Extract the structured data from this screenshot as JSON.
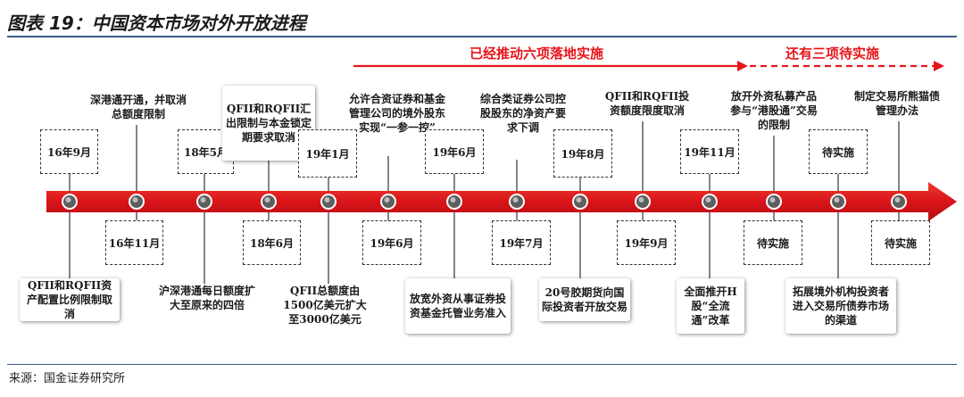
{
  "figure": {
    "title": "图表 19：中国资本市场对外开放进程",
    "source": "来源：国金证券研究所"
  },
  "phases": {
    "done": "已经推动六项落地实施",
    "pending": "还有三项待实施"
  },
  "colors": {
    "arrow": "#d9141a",
    "text_red": "#e8151b",
    "rule": "#3d5c8c"
  },
  "events": [
    {
      "date": "16年9月",
      "text": "QFII和RQFII资产配置比例限制取消"
    },
    {
      "date": "16年11月",
      "text": "深港通开通，并取消总额度限制"
    },
    {
      "date": "18年5月",
      "text": "沪深港通每日额度扩大至原来的四倍"
    },
    {
      "date": "18年6月",
      "text": "QFII和RQFII汇出限制与本金锁定期要求取消"
    },
    {
      "date": "19年1月",
      "text": "QFII总额度由1500亿美元扩大至3000亿美元"
    },
    {
      "date": "19年6月",
      "text": "允许合资证券和基金管理公司的境外股东实现“一参一控”"
    },
    {
      "date": "19年6月",
      "text": "放宽外资从事证券投资基金托管业务准入"
    },
    {
      "date": "19年7月",
      "text": "综合类证券公司控股股东的净资产要求下调"
    },
    {
      "date": "19年8月",
      "text": "20号胶期货向国际投资者开放交易"
    },
    {
      "date": "19年9月",
      "text": "QFII和RQFII投资额度限度取消"
    },
    {
      "date": "19年11月",
      "text": "全面推开H股“全流通”改革"
    },
    {
      "date": "待实施",
      "text": "放开外资私募产品参与“港股通”交易的限制"
    },
    {
      "date": "待实施",
      "text": "拓展境外机构投资者进入交易所债券市场的渠道"
    },
    {
      "date": "待实施",
      "text": "制定交易所熊猫债管理办法"
    }
  ]
}
